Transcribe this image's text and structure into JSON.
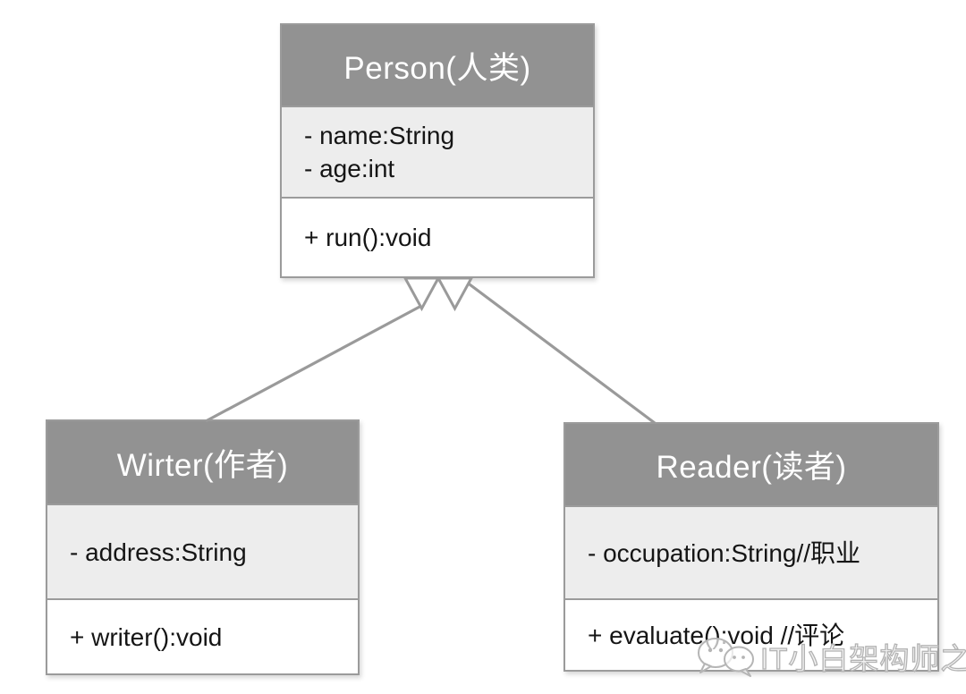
{
  "diagram": {
    "person": {
      "title": "Person(人类)",
      "attributes": [
        "- name:String",
        "- age:int"
      ],
      "methods": [
        "+ run():void"
      ]
    },
    "wirter": {
      "title": "Wirter(作者)",
      "attributes": [
        "- address:String"
      ],
      "methods": [
        "+ writer():void"
      ]
    },
    "reader": {
      "title": "Reader(读者)",
      "attributes": [
        "- occupation:String//职业"
      ],
      "methods": [
        "+ evaluate():void //评论"
      ]
    }
  },
  "watermark": {
    "icon": "wechat-chat-bubbles-icon",
    "text": "IT小白架构师之路"
  },
  "colors": {
    "class_header_bg": "#929292",
    "class_attrs_bg": "#ededed",
    "class_methods_bg": "#ffffff",
    "class_border": "#9b9b9b",
    "connector_line": "#9a9a9a",
    "title_text": "#ffffff",
    "body_text": "#151515",
    "watermark_gray": "#b3b3b3"
  }
}
